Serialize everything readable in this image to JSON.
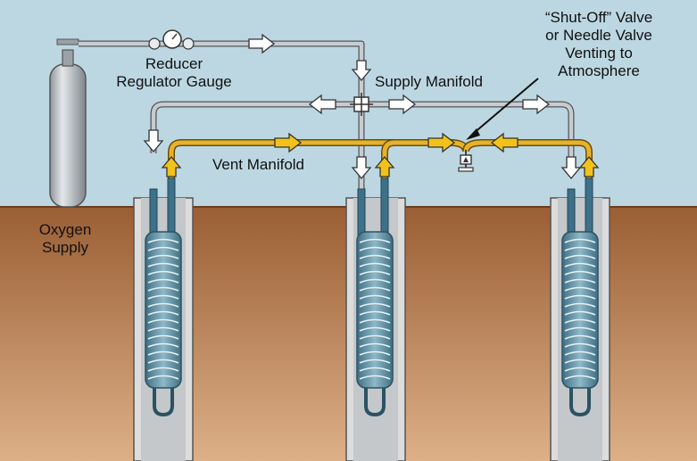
{
  "labels": {
    "reducer_line1": "Reducer",
    "reducer_line2": "Regulator Gauge",
    "supply_manifold": "Supply Manifold",
    "vent_manifold": "Vent Manifold",
    "oxygen_line1": "Oxygen",
    "oxygen_line2": "Supply",
    "valve_line1": "“Shut-Off” Valve",
    "valve_line2": "or Needle Valve",
    "valve_line3": "Venting to",
    "valve_line4": "Atmosphere"
  },
  "colors": {
    "sky": "#bcd7e2",
    "soil_top": "#9a5e34",
    "soil_bottom": "#ddb088",
    "supply_pipe": "#c6ccd1",
    "vent_pipe": "#e7b22b",
    "supply_arrow": "#ffffff",
    "vent_arrow": "#f3c21a",
    "well_casing": "#dcdcdc",
    "sparger": "#5b8fa4",
    "cylinder": "#bfc4c9"
  },
  "wells": [
    "well-left",
    "well-center",
    "well-right"
  ],
  "icons": [
    "oxygen-cylinder-icon",
    "regulator-gauge-icon",
    "shut-off-valve-icon"
  ]
}
